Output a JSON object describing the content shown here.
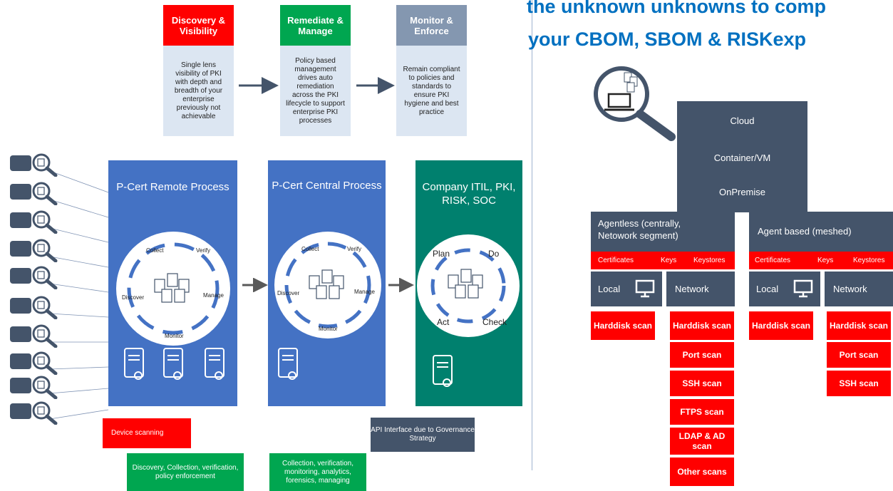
{
  "headline": {
    "line1": "the unknown unknowns to comp",
    "line2": "your CBOM, SBOM & RISKexp"
  },
  "phases": [
    {
      "title": "Discovery & Visibility",
      "color": "#ff0000",
      "desc": "Single lens visibility of PKI with depth and breadth of your enterprise previously not achievable"
    },
    {
      "title": "Remediate & Manage",
      "color": "#00a650",
      "desc": "Policy based management drives auto remediation across the PKI lifecycle to support enterprise PKI processes"
    },
    {
      "title": "Monitor & Enforce",
      "color": "#8497b0",
      "desc": "Remain compliant to policies and standards to ensure PKI hygiene and best practice"
    }
  ],
  "remote": {
    "title": "P-Cert Remote Process",
    "cycle": [
      "Collect",
      "Verify",
      "Manage",
      "Monitor",
      "Discover"
    ]
  },
  "central": {
    "title": "P-Cert Central Process",
    "cycle": [
      "Collect",
      "Verify",
      "Manage",
      "Monitor",
      "Discover"
    ]
  },
  "company": {
    "title": "Company ITIL, PKI, RISK, SOC",
    "cycle": [
      "Plan",
      "Do",
      "Check",
      "Act"
    ]
  },
  "bottom": {
    "device_scanning": "Device scanning",
    "remote_caption": "Discovery, Collection, verification, policy enforcement",
    "central_caption": "Collection, verification, monitoring, analytics, forensics, managing",
    "api": "API Interface due to Governance Strategy"
  },
  "infra": {
    "cloud": "Cloud",
    "container": "Container/VM",
    "onprem": "OnPremise"
  },
  "agentless": {
    "title": "Agentless (centrally, Netowork segment)",
    "tags": [
      "Certificates",
      "Keys",
      "Keystores"
    ],
    "local": "Local",
    "network": "Network",
    "local_scans": [
      "Harddisk scan"
    ],
    "network_scans": [
      "Harddisk scan",
      "Port scan",
      "SSH scan",
      "FTPS scan",
      "LDAP & AD scan",
      "Other scans"
    ]
  },
  "agent": {
    "title": "Agent based (meshed)",
    "tags": [
      "Certificates",
      "Keys",
      "Keystores"
    ],
    "local": "Local",
    "network": "Network",
    "local_scans": [
      "Harddisk scan"
    ],
    "network_scans": [
      "Harddisk scan",
      "Port scan",
      "SSH scan"
    ]
  },
  "devices": [
    "car-icon",
    "wind-turbine-icon",
    "robot-arm-icon",
    "cell-tower-icon",
    "home-icon",
    "router-icon",
    "server-icon",
    "printer-icon",
    "laptop-icon",
    "users-icon"
  ],
  "colors": {
    "blue": "#4472c4",
    "teal": "#00806e",
    "navy": "#44546a",
    "red": "#ff0000",
    "green": "#00a650",
    "headline": "#0070c0"
  }
}
